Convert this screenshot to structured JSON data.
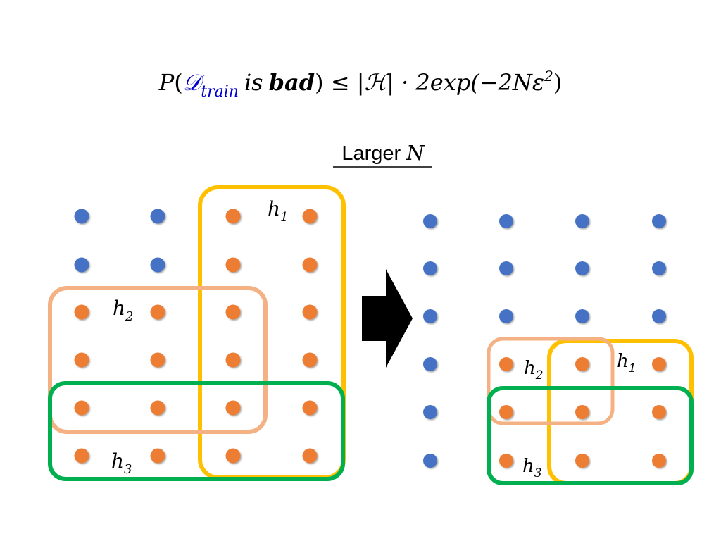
{
  "formula": {
    "P": "P",
    "lparen": "(",
    "D": "𝒟",
    "train": "train",
    "is": "is",
    "bad": "bad",
    "rest": ") ≤ |",
    "H": "ℋ",
    "tail": "| · 2exp(−2Nε",
    "sq": "2",
    "close": ")"
  },
  "caption": {
    "text": "Larger",
    "var": "N"
  },
  "hypotheses": {
    "h": "h",
    "sub1": "1",
    "sub2": "2",
    "sub3": "3"
  },
  "colors": {
    "good_dot": "#4472C4",
    "bad_dot": "#ED7D31",
    "h1_border": "#FFC000",
    "h2_border": "#F4B183",
    "h3_border": "#00B050",
    "dataset_symbol": "#0000CC",
    "arrow": "#000000"
  },
  "left_grid": {
    "rows": [
      [
        "good",
        "good",
        "bad",
        "bad"
      ],
      [
        "good",
        "good",
        "bad",
        "bad"
      ],
      [
        "bad",
        "bad",
        "bad",
        "bad"
      ],
      [
        "bad",
        "bad",
        "bad",
        "bad"
      ],
      [
        "bad",
        "bad",
        "bad",
        "bad"
      ],
      [
        "bad",
        "bad",
        "bad",
        "bad"
      ]
    ]
  },
  "right_grid": {
    "rows": [
      [
        "good",
        "good",
        "good",
        "good"
      ],
      [
        "good",
        "good",
        "good",
        "good"
      ],
      [
        "good",
        "good",
        "good",
        "good"
      ],
      [
        "good",
        "bad",
        "bad",
        "bad"
      ],
      [
        "good",
        "bad",
        "bad",
        "bad"
      ],
      [
        "good",
        "bad",
        "bad",
        "bad"
      ]
    ]
  }
}
